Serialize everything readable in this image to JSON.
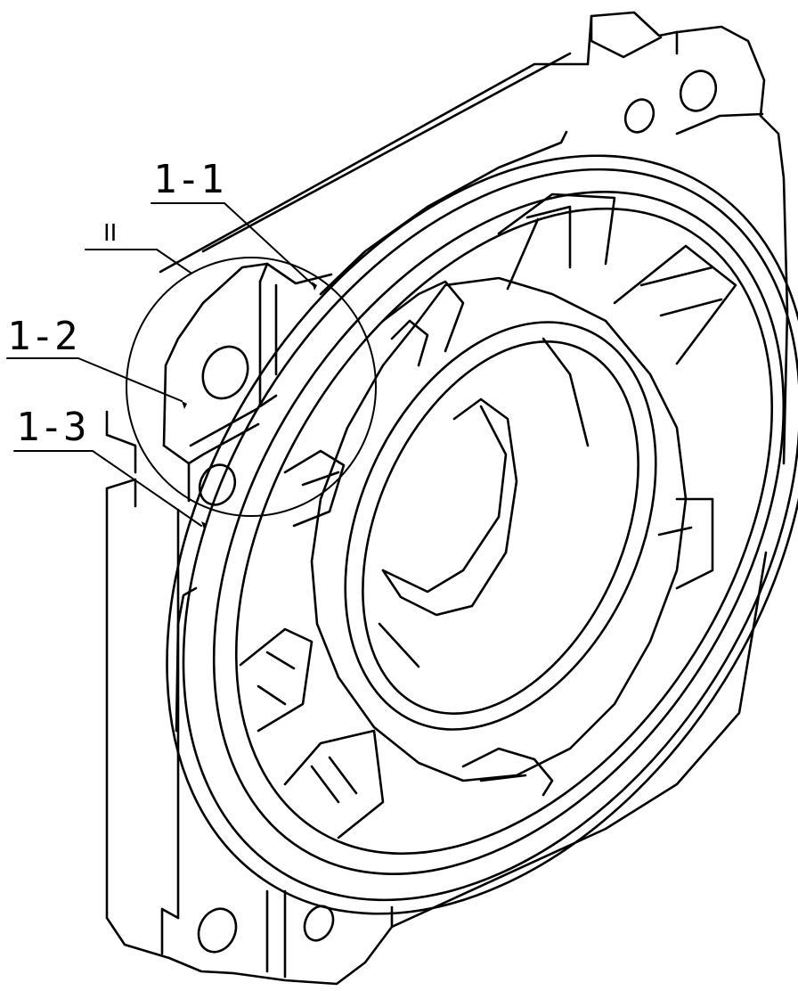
{
  "figure": {
    "labels": {
      "part_1_1": "1-1",
      "detail_ii": "II",
      "part_1_2": "1-2",
      "part_1_3": "1-3"
    }
  }
}
